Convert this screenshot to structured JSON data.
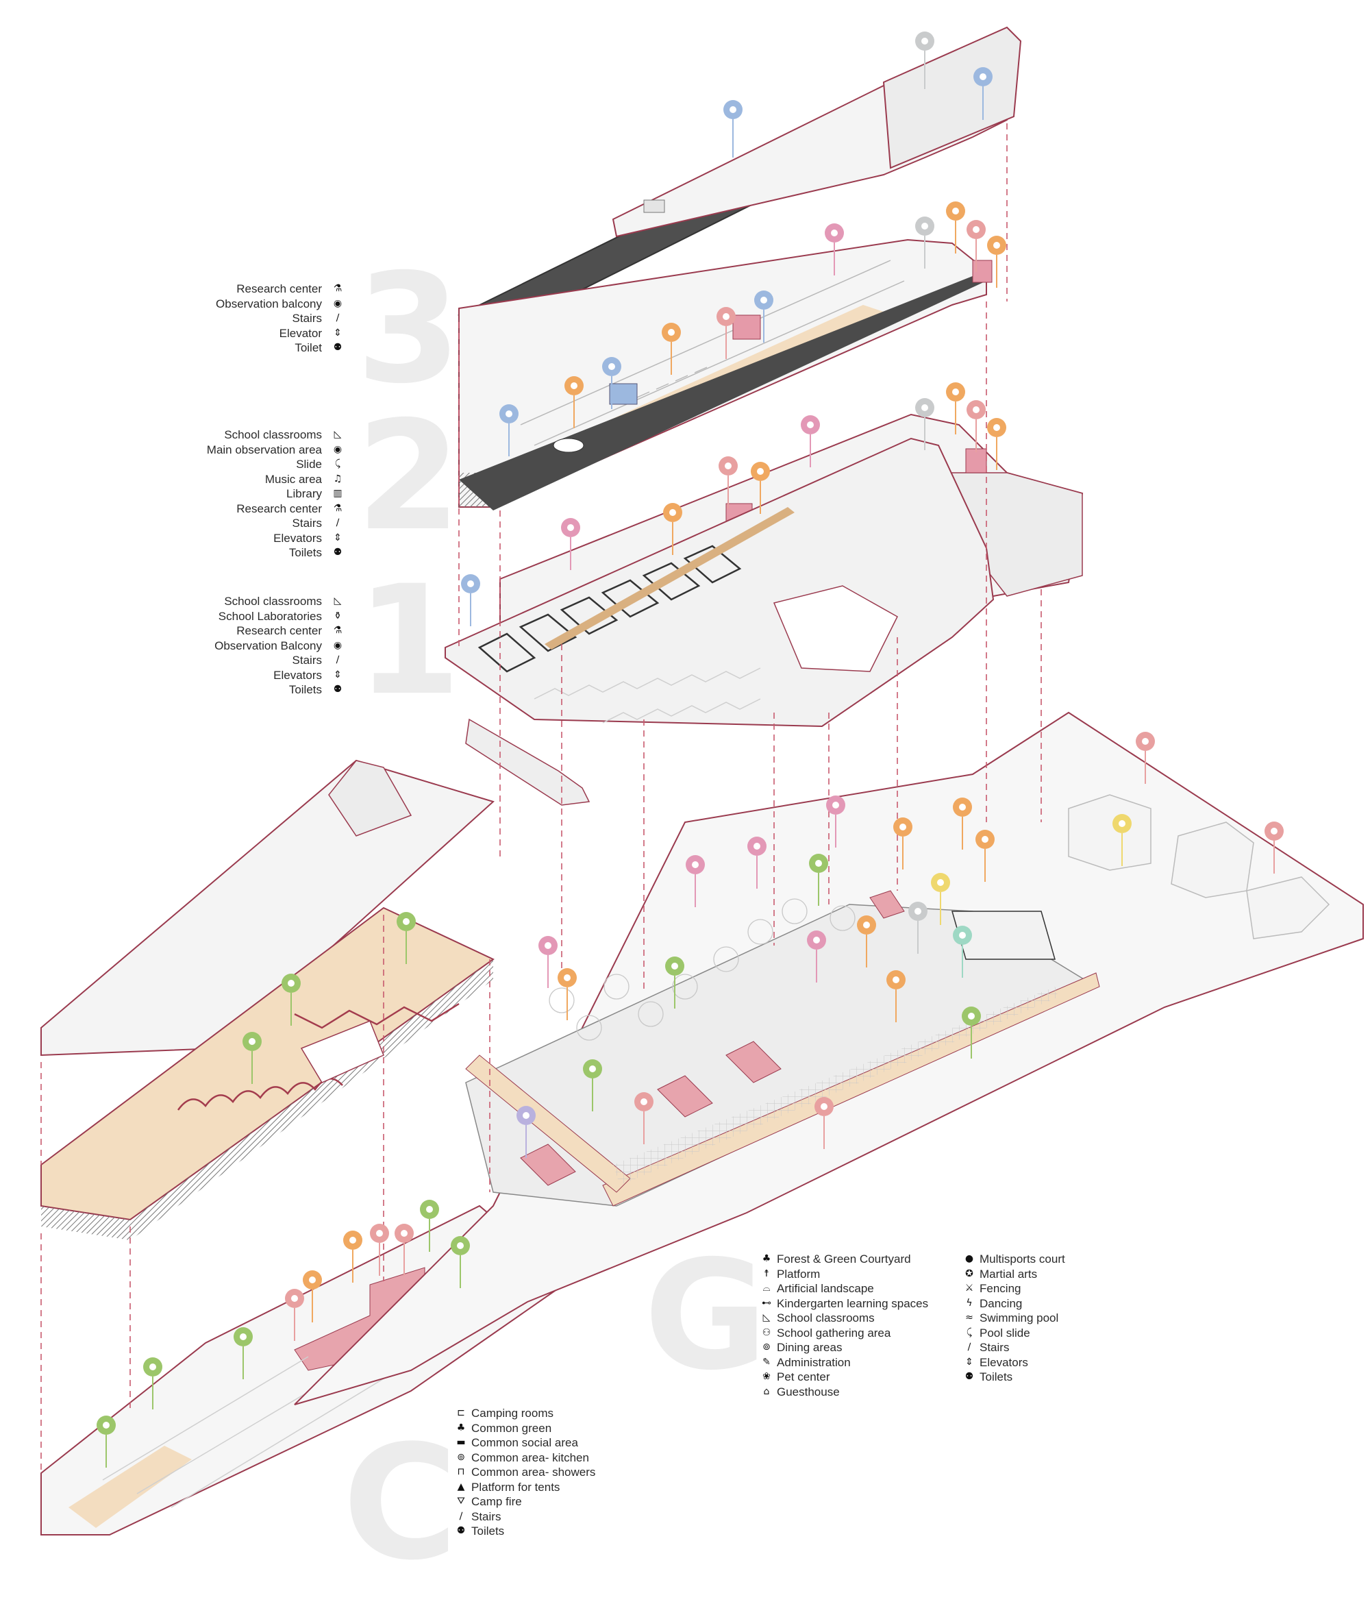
{
  "floor_numbers": {
    "f3": "3",
    "f2": "2",
    "f1": "1",
    "fg": "G",
    "fc": "C"
  },
  "legend_3": [
    {
      "label": "Research center",
      "icon": "microscope-icon",
      "glyph": "⚗"
    },
    {
      "label": "Observation balcony",
      "icon": "eye-icon",
      "glyph": "◉"
    },
    {
      "label": "Stairs",
      "icon": "stairs-icon",
      "glyph": "∕"
    },
    {
      "label": "Elevator",
      "icon": "elevator-icon",
      "glyph": "⇕"
    },
    {
      "label": "Toilet",
      "icon": "toilet-icon",
      "glyph": "⚉"
    }
  ],
  "legend_2": [
    {
      "label": "School classrooms",
      "icon": "set-square-icon",
      "glyph": "◺"
    },
    {
      "label": "Main observation area",
      "icon": "eye-icon",
      "glyph": "◉"
    },
    {
      "label": "Slide",
      "icon": "slide-icon",
      "glyph": "⤹"
    },
    {
      "label": "Music area",
      "icon": "music-note-icon",
      "glyph": "♫"
    },
    {
      "label": "Library",
      "icon": "book-icon",
      "glyph": "▥"
    },
    {
      "label": "Research center",
      "icon": "microscope-icon",
      "glyph": "⚗"
    },
    {
      "label": "Stairs",
      "icon": "stairs-icon",
      "glyph": "∕"
    },
    {
      "label": "Elevators",
      "icon": "elevator-icon",
      "glyph": "⇕"
    },
    {
      "label": "Toilets",
      "icon": "toilet-icon",
      "glyph": "⚉"
    }
  ],
  "legend_1": [
    {
      "label": "School classrooms",
      "icon": "set-square-icon",
      "glyph": "◺"
    },
    {
      "label": "School Laboratories",
      "icon": "flask-icon",
      "glyph": "⚱"
    },
    {
      "label": "Research center",
      "icon": "microscope-icon",
      "glyph": "⚗"
    },
    {
      "label": "Observation Balcony",
      "icon": "eye-icon",
      "glyph": "◉"
    },
    {
      "label": "Stairs",
      "icon": "stairs-icon",
      "glyph": "∕"
    },
    {
      "label": "Elevators",
      "icon": "elevator-icon",
      "glyph": "⇕"
    },
    {
      "label": "Toilets",
      "icon": "toilet-icon",
      "glyph": "⚉"
    }
  ],
  "legend_g_a": [
    {
      "label": "Forest & Green Courtyard",
      "icon": "tree-icon",
      "glyph": "♣"
    },
    {
      "label": "Platform",
      "icon": "figure-icon",
      "glyph": "☨"
    },
    {
      "label": "Artificial landscape",
      "icon": "landscape-icon",
      "glyph": "⌓"
    },
    {
      "label": "Kindergarten learning spaces",
      "icon": "kindergarten-icon",
      "glyph": "⊷"
    },
    {
      "label": "School classrooms",
      "icon": "set-square-icon",
      "glyph": "◺"
    },
    {
      "label": "School gathering area",
      "icon": "people-icon",
      "glyph": "⚇"
    },
    {
      "label": "Dining areas",
      "icon": "dining-icon",
      "glyph": "⊚"
    },
    {
      "label": "Administration",
      "icon": "administration-icon",
      "glyph": "✎"
    },
    {
      "label": "Pet center",
      "icon": "paw-icon",
      "glyph": "❀"
    },
    {
      "label": "Guesthouse",
      "icon": "house-icon",
      "glyph": "⌂"
    }
  ],
  "legend_g_b": [
    {
      "label": "Multisports court",
      "icon": "ball-icon",
      "glyph": "●"
    },
    {
      "label": "Martial arts",
      "icon": "martial-arts-icon",
      "glyph": "✪"
    },
    {
      "label": "Fencing",
      "icon": "fencing-icon",
      "glyph": "⚔"
    },
    {
      "label": "Dancing",
      "icon": "dancing-icon",
      "glyph": "ϟ"
    },
    {
      "label": "Swimming pool",
      "icon": "swimmer-icon",
      "glyph": "≈"
    },
    {
      "label": "Pool slide",
      "icon": "slide-icon",
      "glyph": "⤹"
    },
    {
      "label": "Stairs",
      "icon": "stairs-icon",
      "glyph": "∕"
    },
    {
      "label": "Elevators",
      "icon": "elevator-icon",
      "glyph": "⇕"
    },
    {
      "label": "Toilets",
      "icon": "toilet-icon",
      "glyph": "⚉"
    }
  ],
  "legend_c": [
    {
      "label": "Camping rooms",
      "icon": "bed-icon",
      "glyph": "⊏"
    },
    {
      "label": "Common green",
      "icon": "tree-icon",
      "glyph": "♣"
    },
    {
      "label": "Common social area",
      "icon": "sofa-icon",
      "glyph": "▬"
    },
    {
      "label": "Common area- kitchen",
      "icon": "dining-icon",
      "glyph": "⊚"
    },
    {
      "label": "Common area- showers",
      "icon": "shower-icon",
      "glyph": "⊓"
    },
    {
      "label": "Platform for tents",
      "icon": "tent-icon",
      "glyph": "▲"
    },
    {
      "label": "Camp fire",
      "icon": "campfire-icon",
      "glyph": "⛛"
    },
    {
      "label": "Stairs",
      "icon": "stairs-icon",
      "glyph": "∕"
    },
    {
      "label": "Toilets",
      "icon": "toilet-icon",
      "glyph": "⚉"
    }
  ],
  "colors": {
    "outline": "#9a3a4e",
    "roof": "#555555",
    "floor": "#f3ddc0",
    "fill": "#f3f3f3",
    "pin_blue": "#9cb8df",
    "pin_orange": "#f0a860",
    "pin_pink": "#e398b6",
    "pin_grey": "#c9cbcc",
    "pin_green": "#9cc66a",
    "pin_teal": "#9ed8c4",
    "pin_rose": "#e8a0a0",
    "pin_yellow": "#efd86e",
    "pin_lilac": "#b9b1de"
  }
}
